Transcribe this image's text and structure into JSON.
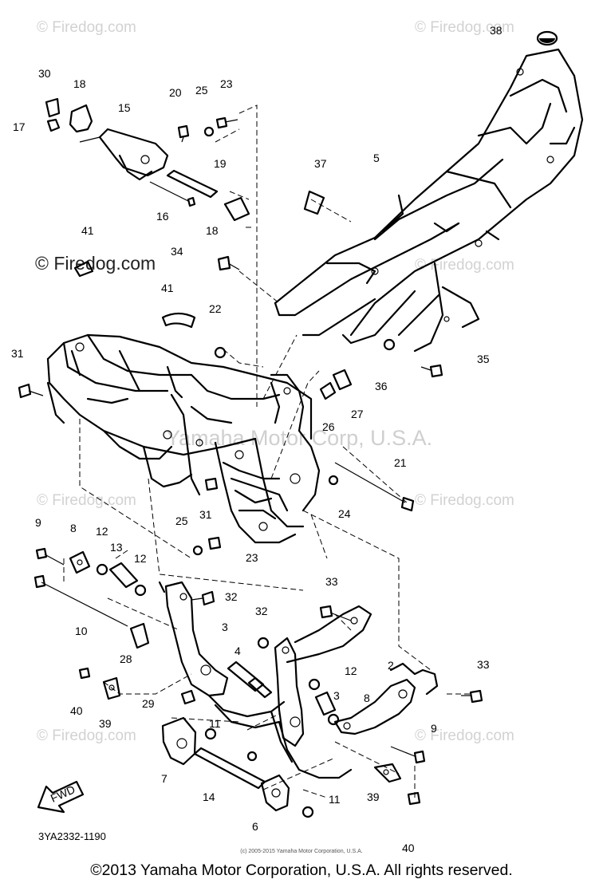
{
  "watermarks": {
    "site": "Firedog.com",
    "copyright_symbol": "©",
    "center_mark": "Yamaha Motor Corp, U.S.A."
  },
  "diagram_code": "3YA2332-1190",
  "small_copyright": "(c) 2005-2015 Yamaha Motor Corporation, U.S.A.",
  "footer": "©2013 Yamaha Motor Corporation, U.S.A. All rights reserved.",
  "fwd_label": "FWD",
  "callouts": [
    "30",
    "18",
    "17",
    "15",
    "20",
    "25",
    "23",
    "19",
    "16",
    "18",
    "37",
    "5",
    "38",
    "41",
    "34",
    "41",
    "22",
    "31",
    "26",
    "27",
    "21",
    "24",
    "31",
    "25",
    "23",
    "36",
    "35",
    "9",
    "8",
    "12",
    "13",
    "12",
    "10",
    "28",
    "32",
    "3",
    "33",
    "32",
    "4",
    "2",
    "12",
    "3",
    "8",
    "33",
    "29",
    "9",
    "40",
    "39",
    "11",
    "7",
    "14",
    "6",
    "11",
    "39",
    "40"
  ]
}
